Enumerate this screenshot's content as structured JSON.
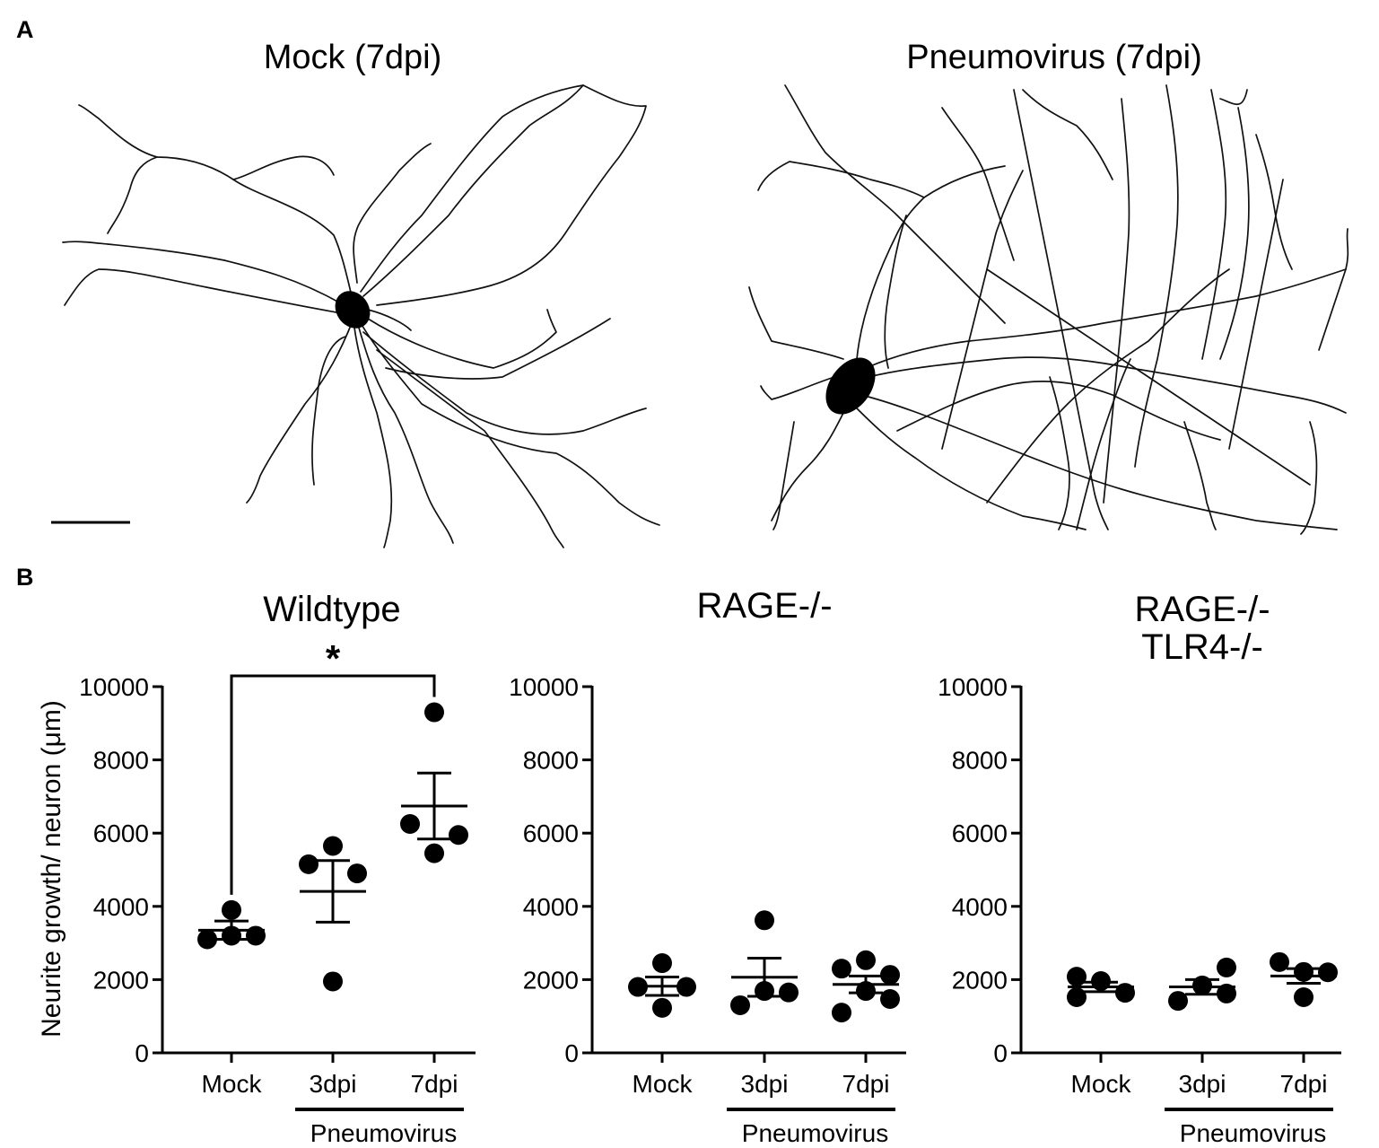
{
  "panel_a": {
    "label": "A",
    "left_title": "Mock (7dpi)",
    "right_title": "Pneumovirus (7dpi)"
  },
  "panel_b": {
    "label": "B"
  },
  "colors": {
    "ink": "#000000",
    "background": "#ffffff"
  },
  "chart_data": [
    {
      "type": "scatter",
      "title_lines": [
        "Wildtype"
      ],
      "ylabel": "Neurite growth/ neuron (μm)",
      "ylim": [
        0,
        10000
      ],
      "yticks": [
        0,
        2000,
        4000,
        6000,
        8000,
        10000
      ],
      "categories": [
        "Mock",
        "3dpi",
        "7dpi"
      ],
      "points": [
        [
          3900,
          3100,
          3200,
          3200
        ],
        [
          5150,
          5650,
          4900,
          1950
        ],
        [
          9300,
          6250,
          5950,
          5450
        ]
      ],
      "mean": [
        3350,
        4410,
        6740
      ],
      "sem": [
        250,
        840,
        900
      ],
      "group_label": {
        "text": "Pneumovirus",
        "categories": [
          "3dpi",
          "7dpi"
        ]
      },
      "significance": [
        {
          "from": "Mock",
          "to": "7dpi",
          "label": "*"
        }
      ]
    },
    {
      "type": "scatter",
      "title_lines": [
        "RAGE-/-"
      ],
      "ylim": [
        0,
        10000
      ],
      "yticks": [
        0,
        2000,
        4000,
        6000,
        8000,
        10000
      ],
      "categories": [
        "Mock",
        "3dpi",
        "7dpi"
      ],
      "points": [
        [
          1800,
          2450,
          1800,
          1230
        ],
        [
          1300,
          3620,
          1690,
          1650
        ],
        [
          2300,
          2530,
          2130,
          1690,
          1100,
          1470
        ]
      ],
      "mean": [
        1820,
        2065,
        1870
      ],
      "sem": [
        250,
        520,
        230
      ],
      "group_label": {
        "text": "Pneumovirus",
        "categories": [
          "3dpi",
          "7dpi"
        ]
      }
    },
    {
      "type": "scatter",
      "title_lines": [
        "RAGE-/-",
        "TLR4-/-"
      ],
      "ylim": [
        0,
        10000
      ],
      "yticks": [
        0,
        2000,
        4000,
        6000,
        8000,
        10000
      ],
      "categories": [
        "Mock",
        "3dpi",
        "7dpi"
      ],
      "points": [
        [
          2080,
          1960,
          1640,
          1520
        ],
        [
          1420,
          1840,
          2330,
          1620
        ],
        [
          2480,
          2210,
          2200,
          1520
        ]
      ],
      "mean": [
        1800,
        1800,
        2100
      ],
      "sem": [
        130,
        200,
        200
      ],
      "group_label": {
        "text": "Pneumovirus",
        "categories": [
          "3dpi",
          "7dpi"
        ]
      }
    }
  ]
}
